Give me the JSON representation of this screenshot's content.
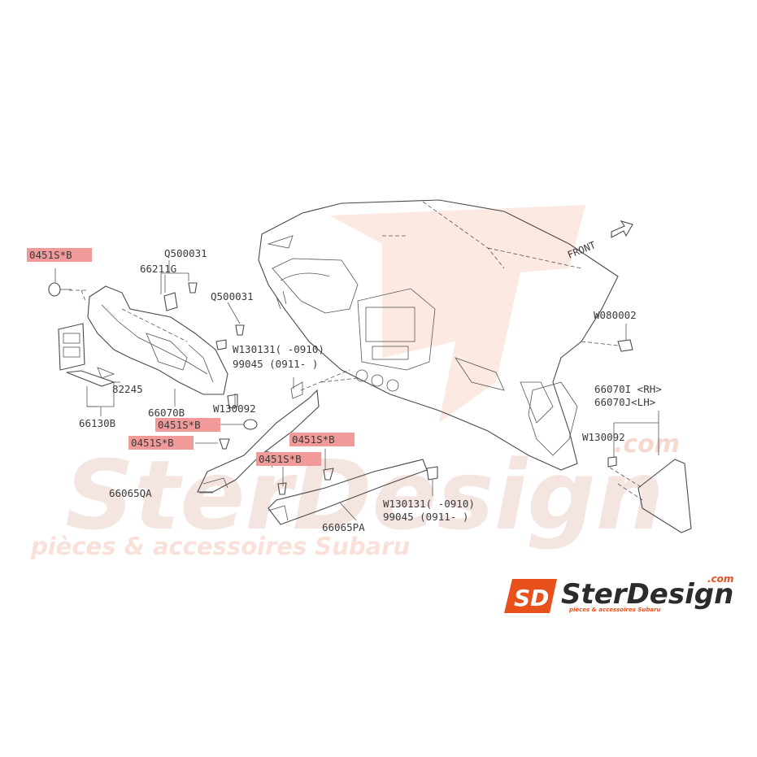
{
  "diagram": {
    "direction_label": "FRONT",
    "highlight_color": "#f19a9a",
    "labels": {
      "l1": "0451S*B",
      "l2": "Q500031",
      "l3": "66211G",
      "l4": "Q500031",
      "l5": "W130131( -0910)",
      "l6": "99045  (0911- )",
      "l7": "82245",
      "l8": "66130B",
      "l9": "66070B",
      "l10": "W130092",
      "l11": "0451S*B",
      "l12": "0451S*B",
      "l13": "0451S*B",
      "l14": "0451S*B",
      "l15": "66065QA",
      "l16": "W130131( -0910)",
      "l17": "99045  (0911- )",
      "l18": "66065PA",
      "l19": "W080002",
      "l20": "66070I <RH>",
      "l21": "66070J<LH>",
      "l22": "W130092"
    }
  },
  "watermark": {
    "big_text": "SterDesign",
    "dotcom": ".com",
    "tagline": "pièces & accessoires Subaru",
    "color": "#f6d9cf"
  },
  "logo": {
    "badge": "SD",
    "name": "SterDesign",
    "dotcom": ".com",
    "tagline": "pièces & accessoires Subaru",
    "brand_color": "#e8501c",
    "dark_color": "#2b2b2b"
  }
}
